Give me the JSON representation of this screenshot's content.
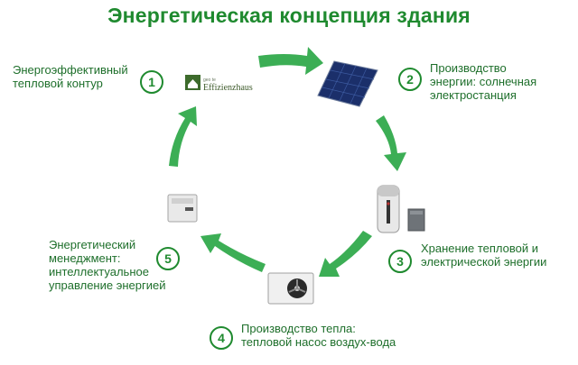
{
  "title": "Энергетическая концепция здания",
  "steps": [
    {
      "number": "1",
      "label": "Энергоэффективный\nтепловой контур"
    },
    {
      "number": "2",
      "label": "Производство\nэнергии: солнечная\nэлектростанция"
    },
    {
      "number": "3",
      "label": "Хранение тепловой\nи\nэлектрической энергии"
    },
    {
      "number": "4",
      "label": "Производство тепла:\nтепловой насос воздух-вода"
    },
    {
      "number": "5",
      "label": "Энергетический\nменеджмент:\nинтеллектуальное\nуправление энергией"
    }
  ],
  "logo": {
    "text": "Effizienzhaus",
    "small": "geo te"
  },
  "colors": {
    "green": "#1f8a2f",
    "arrow": "#3cae55"
  }
}
